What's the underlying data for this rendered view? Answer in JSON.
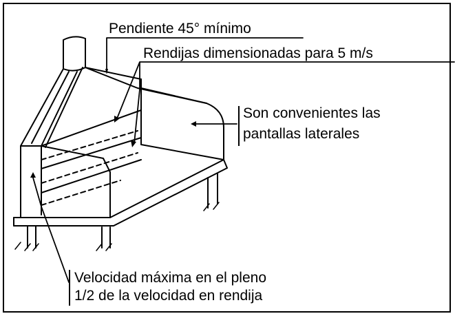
{
  "labels": {
    "slope": "Pendiente 45° mínimo",
    "slots": "Rendijas dimensionadas para 5 m/s",
    "side_panels_line1": "Son convenientes las",
    "side_panels_line2": "pantallas laterales",
    "plenum_line1": "Velocidad máxima en el pleno",
    "plenum_line2": "1/2 de la velocidad en rendija"
  },
  "colors": {
    "ink": "#000000",
    "background": "#ffffff"
  }
}
